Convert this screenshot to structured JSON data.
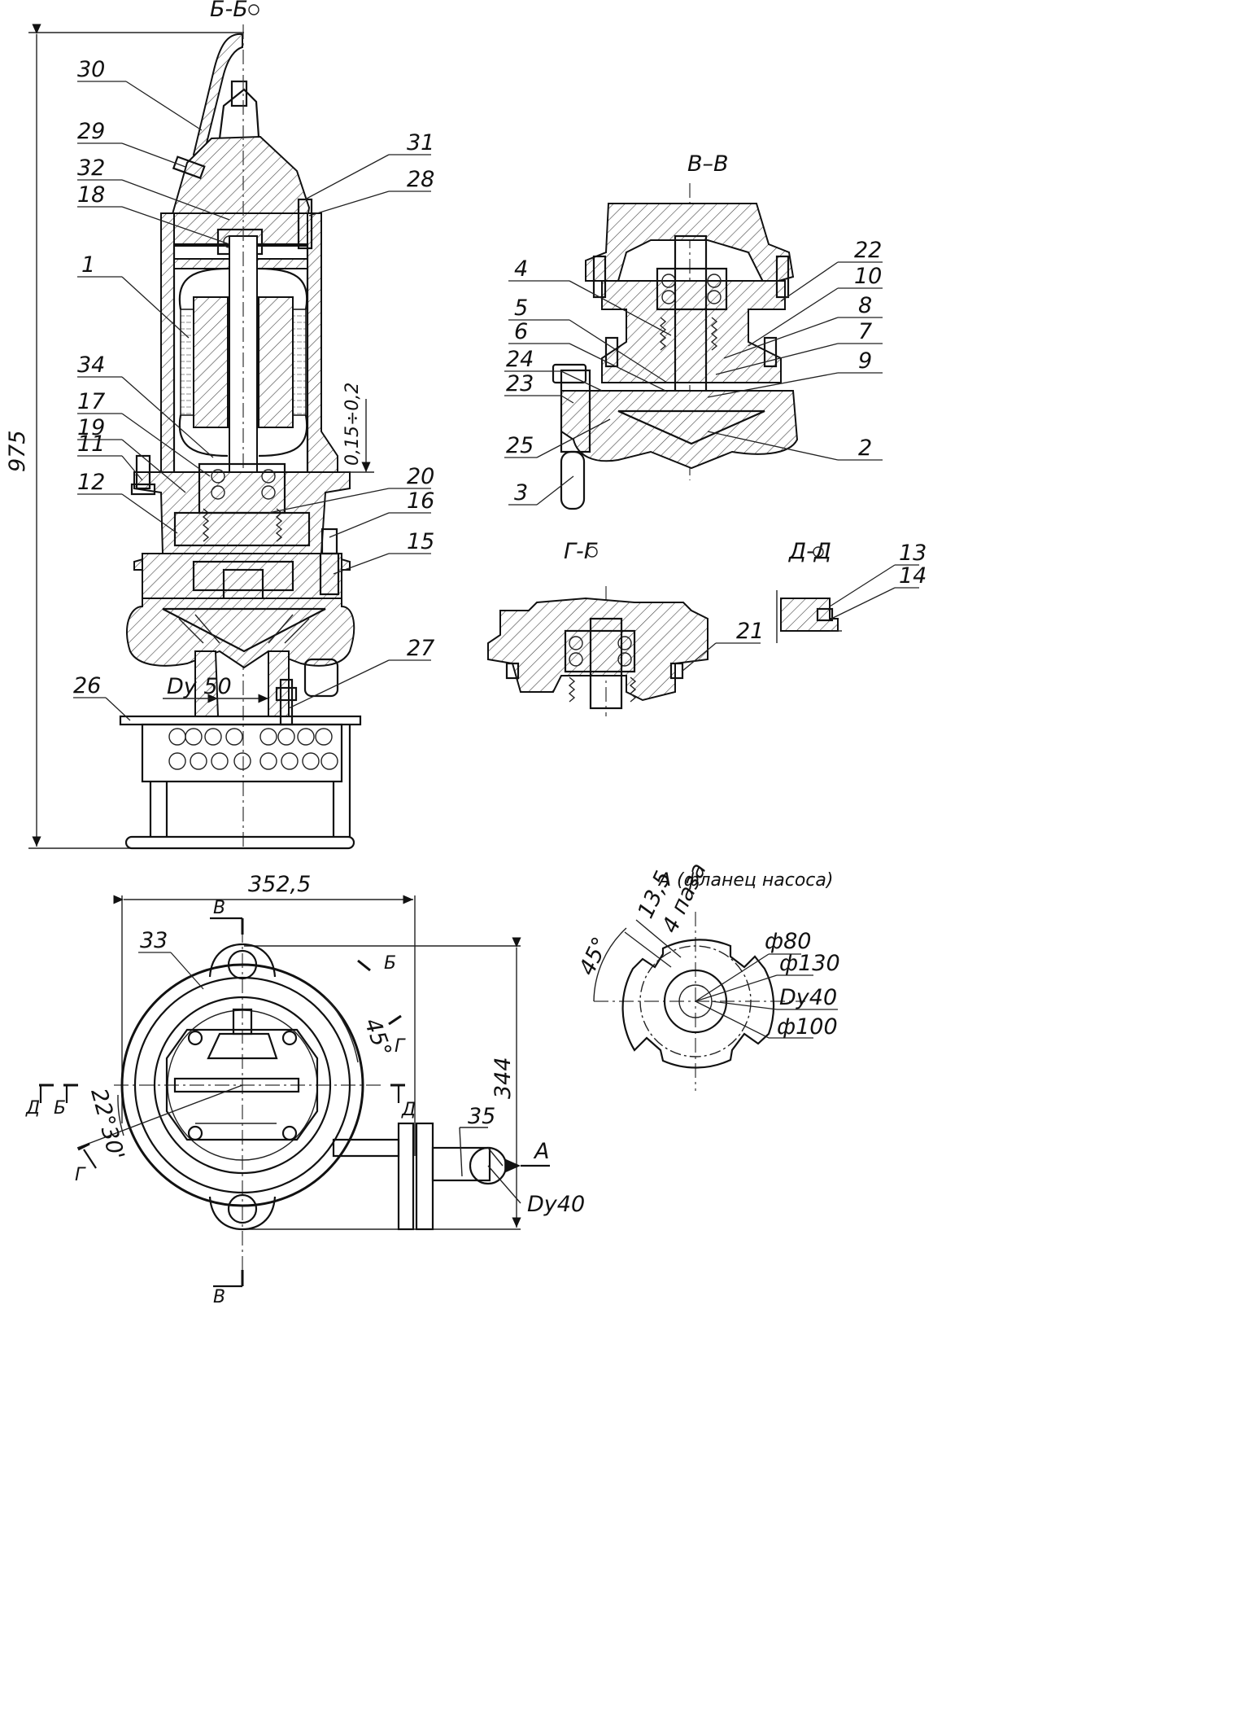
{
  "callouts": {
    "c1": "1",
    "c2": "2",
    "c3": "3",
    "c4": "4",
    "c5": "5",
    "c6": "6",
    "c7": "7",
    "c8": "8",
    "c9": "9",
    "c10": "10",
    "c11": "11",
    "c12": "12",
    "c13": "13",
    "c14": "14",
    "c15": "15",
    "c16": "16",
    "c17": "17",
    "c18": "18",
    "c19": "19",
    "c20": "20",
    "c21": "21",
    "c22": "22",
    "c23": "23",
    "c24": "24",
    "c25": "25",
    "c26": "26",
    "c27": "27",
    "c28": "28",
    "c29": "29",
    "c30": "30",
    "c31": "31",
    "c32": "32",
    "c33": "33",
    "c34": "34",
    "c35": "35"
  },
  "sections": {
    "bb": "Б-Б",
    "vv": "В–В",
    "gg": "Г-Г",
    "dd": "Д-Д"
  },
  "dimensions": {
    "height": "975",
    "gap": "0,15÷0,2",
    "outlet": "Dy 50",
    "width": "352,5",
    "depth": "344",
    "angle45": "45°",
    "angle22": "22°30'",
    "flange_title": "А (фланец насоса)",
    "slot": "13,5",
    "slots_count": "4 паза",
    "flange_angle": "45°",
    "d80": "ф80",
    "d130": "ф130",
    "dy40a": "Dy40",
    "d100": "ф100",
    "dy40b": "Dy40"
  },
  "cut_marks": {
    "v_top": "В",
    "v_bottom": "В",
    "b_right": "Б",
    "b_left": "Б",
    "g_right": "Г",
    "g_left": "Г",
    "d_left": "Д",
    "d_right": "Д",
    "a_arrow": "А"
  },
  "colors": {
    "line": "#111111",
    "background": "#ffffff"
  }
}
